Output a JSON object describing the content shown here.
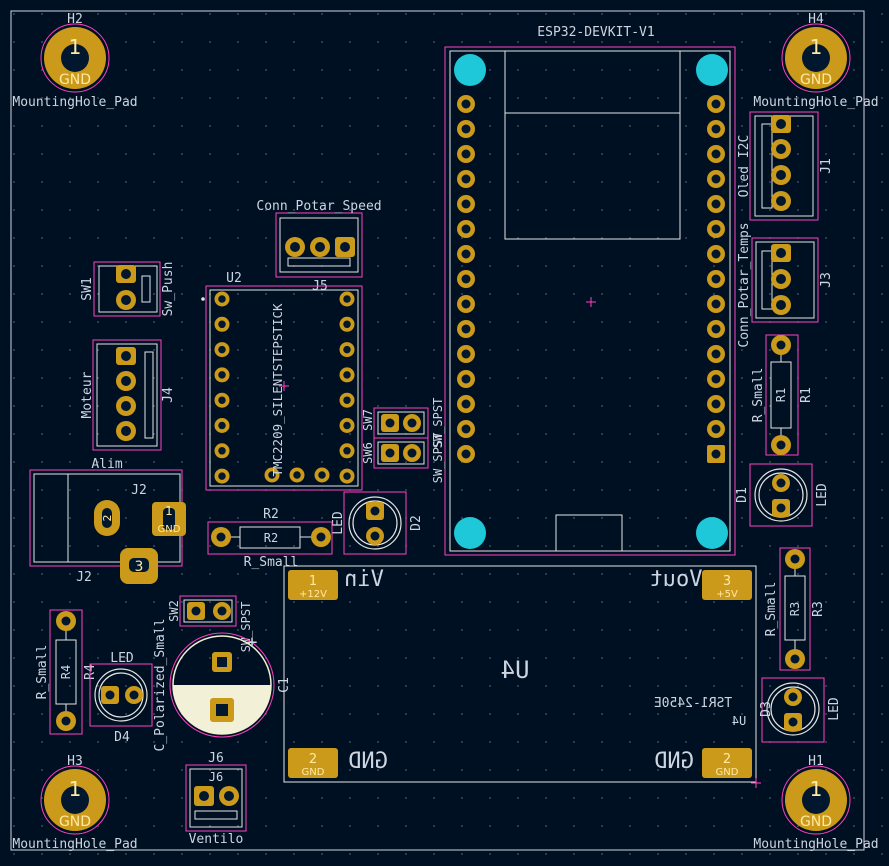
{
  "colors": {
    "background": "#001023",
    "pad": "#cc9a1a",
    "copper_mask": "#e0b838",
    "courtyard": "#ff3fbf",
    "silkscreen": "#e4e4e4",
    "hole": "#1ec8d8",
    "edge": "#cfd4dc"
  },
  "mounting_holes": [
    {
      "ref": "H2",
      "footprint": "MountingHole_Pad",
      "pad_num": "1",
      "pad_net": "GND"
    },
    {
      "ref": "H4",
      "footprint": "MountingHole_Pad",
      "pad_num": "1",
      "pad_net": "GND"
    },
    {
      "ref": "H3",
      "footprint": "MountingHole_Pad",
      "pad_num": "1",
      "pad_net": "GND"
    },
    {
      "ref": "H1",
      "footprint": "MountingHole_Pad",
      "pad_num": "1",
      "pad_net": "GND"
    }
  ],
  "components": {
    "esp32": {
      "label": "ESP32-DEVKIT-V1"
    },
    "j1": {
      "ref": "J1",
      "value": "Oled I2C"
    },
    "j3": {
      "ref": "J3",
      "value": "Conn_Potar_Temps"
    },
    "j5": {
      "ref": "J5",
      "value": "Conn_Potar_Speed"
    },
    "sw1": {
      "ref": "SW1",
      "value": "Sw_Push"
    },
    "j4": {
      "ref": "J4",
      "value": "Moteur"
    },
    "u2": {
      "ref": "U2",
      "value": "TMC2209_SILENTSTEPSTICK"
    },
    "sw6": {
      "ref": "SW6",
      "value": "SW_SPST"
    },
    "sw7": {
      "ref": "SW7",
      "value": "SW_SPST"
    },
    "r1": {
      "ref": "R1",
      "value": "R_Small"
    },
    "r2": {
      "ref": "R2",
      "value": "R_Small"
    },
    "r3": {
      "ref": "R3",
      "value": "R_Small"
    },
    "r4": {
      "ref": "R4",
      "value": "R_Small"
    },
    "d1": {
      "ref": "D1",
      "value": "LED"
    },
    "d2": {
      "ref": "D2",
      "value": "LED"
    },
    "d3": {
      "ref": "D3",
      "value": "LED"
    },
    "d4": {
      "ref": "D4",
      "value": "LED"
    },
    "j2": {
      "ref": "J2",
      "value": "Alim",
      "pad1": "1",
      "pad1_net": "GND",
      "pad2": "2",
      "pad3": "3"
    },
    "sw2": {
      "ref": "SW2",
      "value": "SW_SPST"
    },
    "c1": {
      "ref": "C1",
      "value": "C_Polarized_Small",
      "plus": "+"
    },
    "j6": {
      "ref": "J6",
      "value": "Ventilo"
    },
    "u4": {
      "ref": "U4",
      "value": "TSR1-2450E",
      "pad1": {
        "num": "1",
        "net": "+12V",
        "label": "Vin"
      },
      "pad2": {
        "num": "2",
        "net": "GND",
        "label": "GND"
      },
      "pad3": {
        "num": "3",
        "net": "+5V",
        "label": "Vout"
      },
      "pad4": {
        "num": "2",
        "net": "GND",
        "label": "GND"
      }
    }
  }
}
